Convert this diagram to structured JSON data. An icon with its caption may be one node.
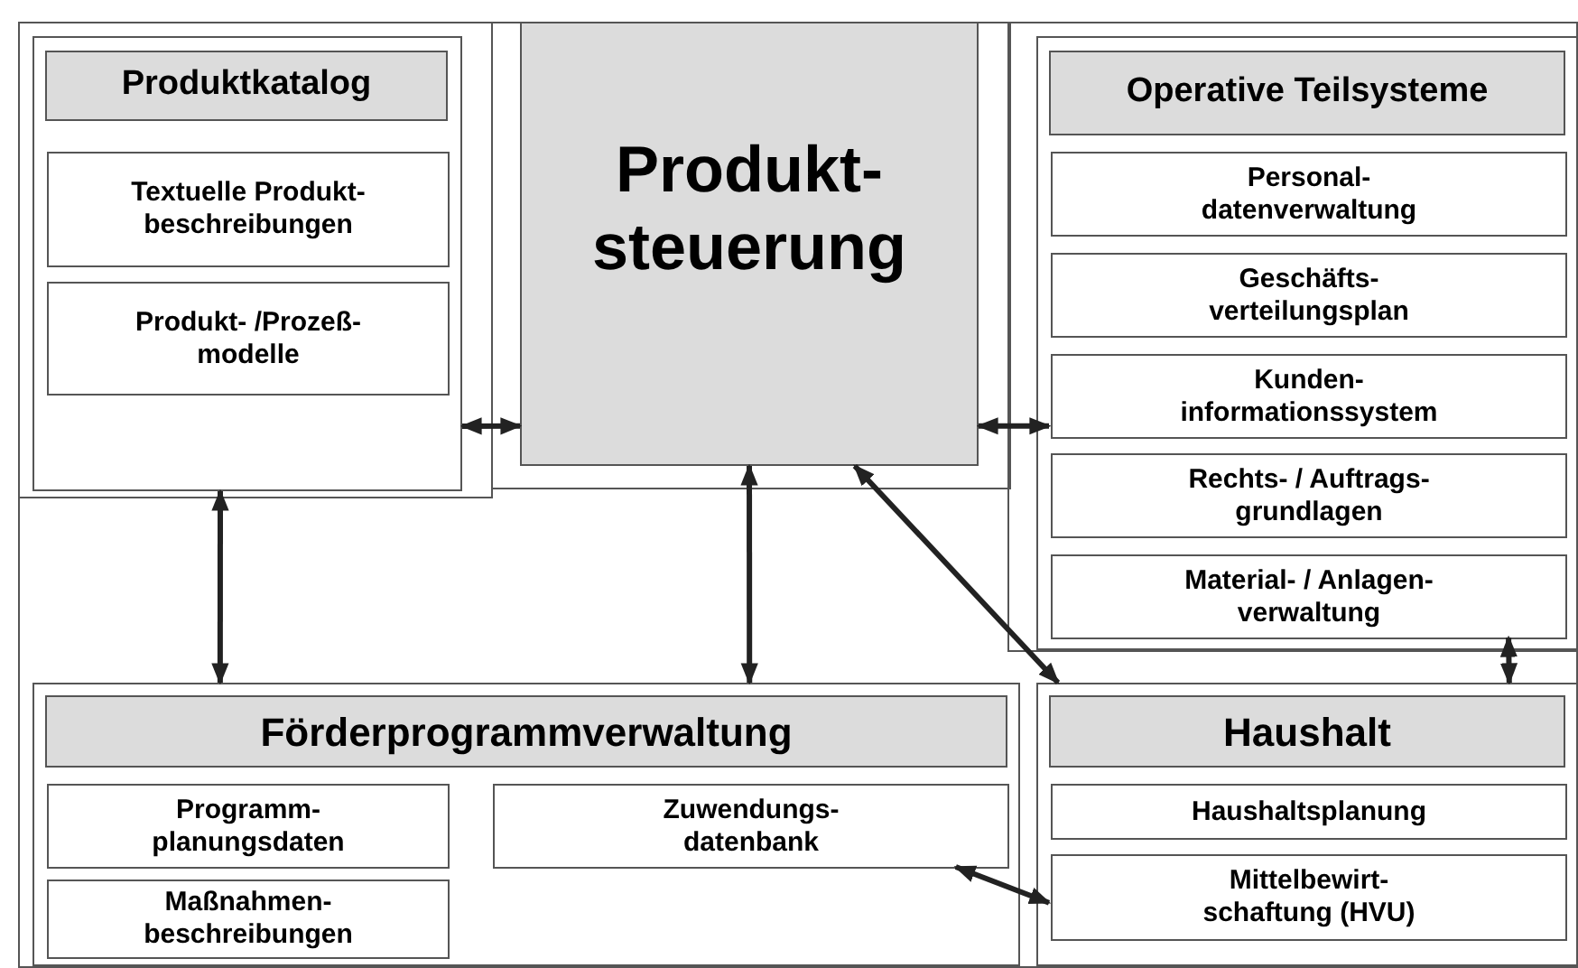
{
  "diagram": {
    "nodes": [
      {
        "text": [
          "Produktkatalog"
        ]
      },
      {
        "text": [
          "Textuelle Produkt- beschreibungen"
        ],
        "in": 0
      },
      {
        "text": [
          "Produkt- /Prozeß- modelle"
        ],
        "in": 0
      },
      {
        "text": [
          "Produkt- steuerung"
        ]
      },
      {
        "text": [
          "Operative Teilsysteme"
        ]
      },
      {
        "text": [
          "Personal- datenverwaltung"
        ],
        "in": 4
      },
      {
        "text": [
          "Geschäfts- verteilungsplan"
        ],
        "in": 4
      },
      {
        "text": [
          "Kunden- informationssystem"
        ],
        "in": 4
      },
      {
        "text": [
          "Rechts- / Auftrags- grundlagen"
        ],
        "in": 4
      },
      {
        "text": [
          "Material- / Anlagen- verwaltung"
        ],
        "in": 4
      },
      {
        "text": [
          "Förderprogrammverwaltung"
        ]
      },
      {
        "text": [
          "Programm- planungsdaten"
        ],
        "in": 10
      },
      {
        "text": [
          "Maßnahmen- beschreibungen"
        ],
        "in": 10
      },
      {
        "text": [
          "Zuwendungs- datenbank"
        ],
        "in": 10
      },
      {
        "text": [
          "Haushalt"
        ]
      },
      {
        "text": [
          "Haushaltsplanung"
        ],
        "in": 14
      },
      {
        "text": [
          "Mittelbewirt- schaftung (HVU)"
        ],
        "in": 14
      }
    ],
    "edges": [
      {
        "from": 0,
        "to": 3,
        "arrow": "both"
      },
      {
        "from": 3,
        "to": 7,
        "arrow": "both"
      },
      {
        "from": 3,
        "to": 14,
        "arrow": "both"
      },
      {
        "from": 0,
        "to": 10,
        "arrow": "both"
      },
      {
        "from": 3,
        "to": 10,
        "arrow": "both"
      },
      {
        "from": 9,
        "to": 14,
        "arrow": "both"
      },
      {
        "from": 13,
        "to": 16,
        "arrow": "both"
      }
    ]
  }
}
